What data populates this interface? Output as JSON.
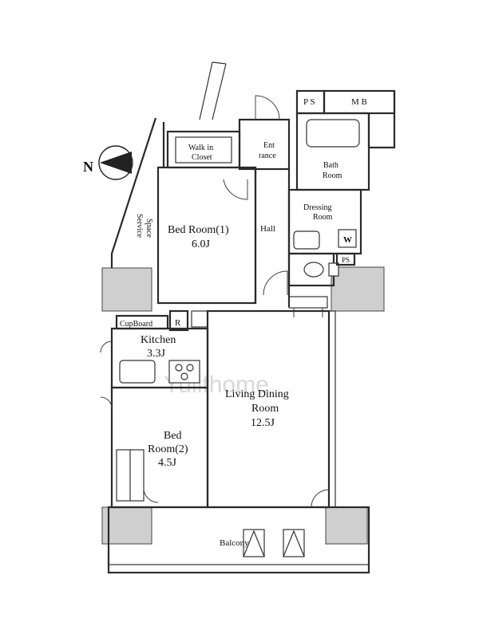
{
  "compass": {
    "label": "N"
  },
  "rooms": {
    "ps_top": "P S",
    "mb": "M B",
    "walk_in_1": "Walk in",
    "walk_in_2": "Closet",
    "entrance_1": "Ent",
    "entrance_2": "rance",
    "bath_1": "Bath",
    "bath_2": "Room",
    "dressing_1": "Dressing",
    "dressing_2": "Room",
    "washer": "W",
    "service_1": "Service",
    "service_2": "Space",
    "hall": "Hall",
    "bed1_name": "Bed Room(1)",
    "bed1_size": "6.0J",
    "ps_small": "PS",
    "cupboard": "CupBoard",
    "fridge": "R",
    "kitchen_name": "Kitchen",
    "kitchen_size": "3.3J",
    "ldr_1": "Living Dining",
    "ldr_2": "Room",
    "ldr_size": "12.5J",
    "bed2_1": "Bed",
    "bed2_2": "Room(2)",
    "bed2_size": "4.5J",
    "balcony": "Balcony"
  },
  "watermark": "Yulifhome"
}
